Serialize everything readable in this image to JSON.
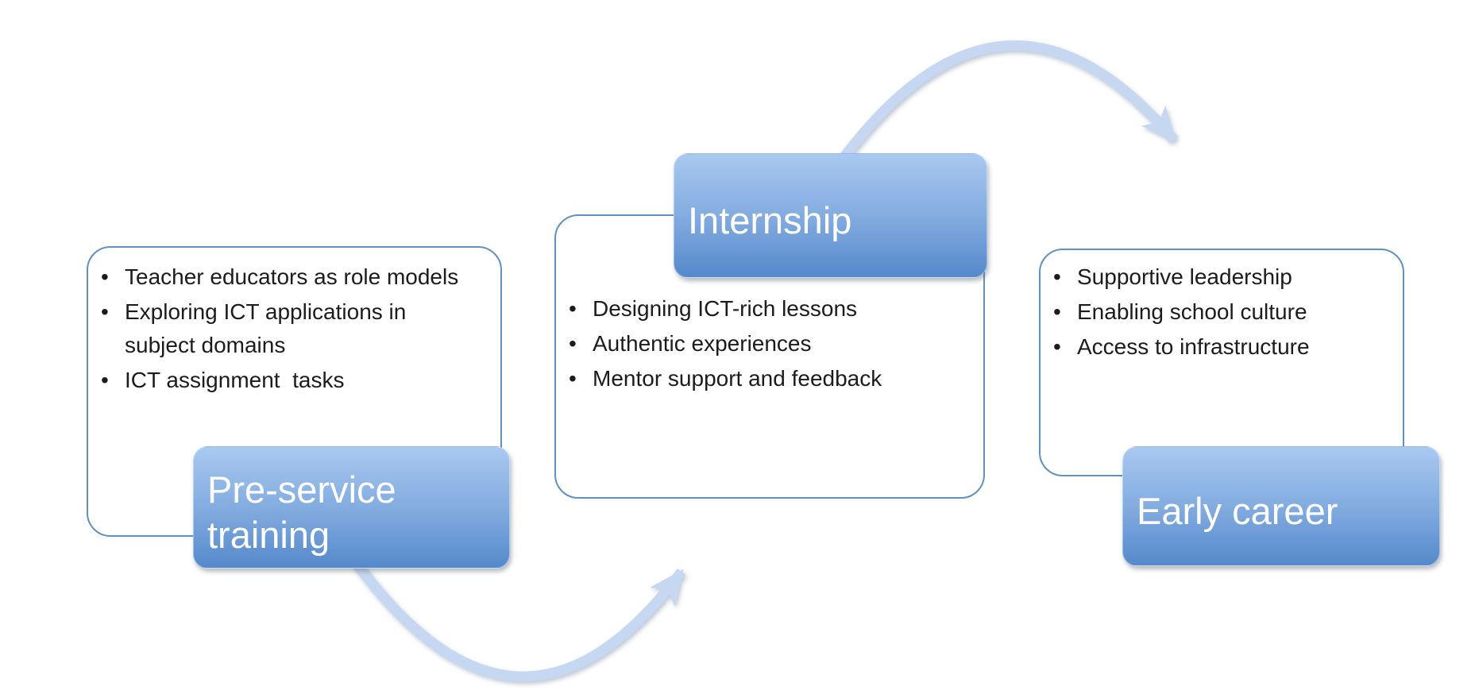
{
  "diagram": {
    "background": "#ffffff",
    "stages": [
      {
        "key": "pre-service-training",
        "title": "Pre-service training",
        "bullets": [
          "Teacher educators as role models",
          "Exploring ICT applications in subject domains",
          "ICT assignment  tasks"
        ]
      },
      {
        "key": "internship",
        "title": "Internship",
        "bullets": [
          "Designing ICT-rich lessons",
          "Authentic experiences",
          "Mentor support and feedback"
        ]
      },
      {
        "key": "early-career",
        "title": "Early career",
        "bullets": [
          "Supportive leadership",
          "Enabling school culture",
          "Access to infrastructure"
        ]
      }
    ],
    "flow": [
      {
        "from": "Pre-service training",
        "to": "Internship"
      },
      {
        "from": "Internship",
        "to": "Early career"
      }
    ],
    "colors": {
      "label_gradient_top": "#a9c9f0",
      "label_gradient_mid": "#7fa9de",
      "label_gradient_bottom": "#5589cb",
      "card_border": "#6290c0",
      "arrow": "#c5d7f1",
      "title_text": "#ffffff",
      "bullet_text": "#1c1c1c"
    }
  }
}
